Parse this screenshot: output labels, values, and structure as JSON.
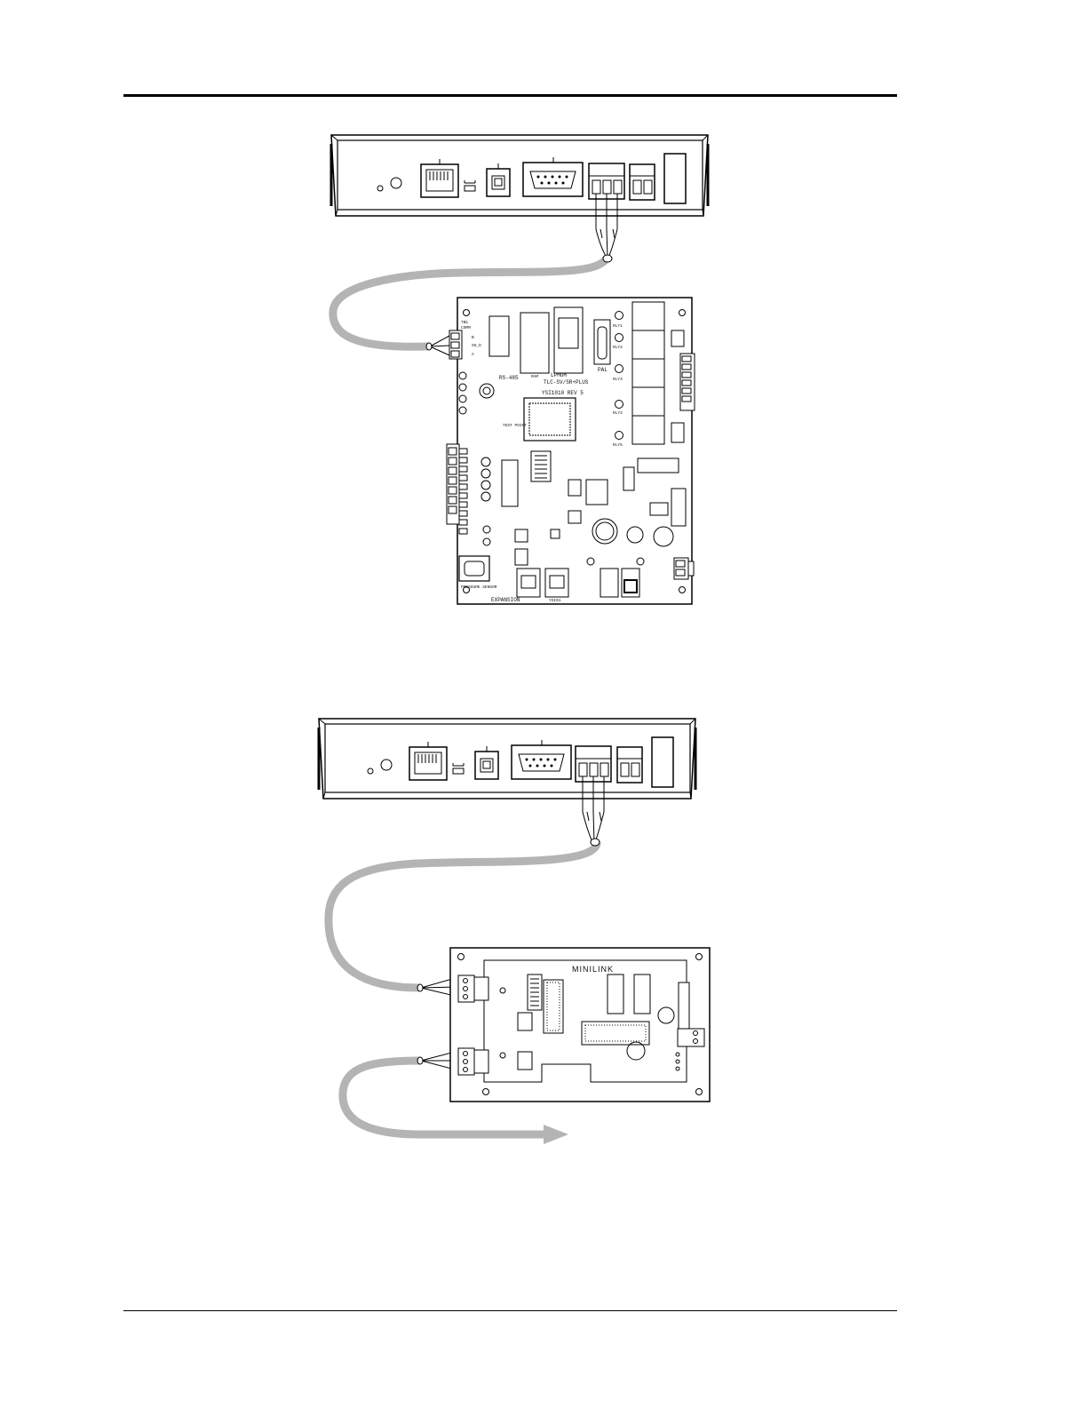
{
  "figure_top": {
    "board": {
      "title_line1": "LPMOM",
      "title_line2": "TLC-SV/SR+PLUS",
      "title_line3": "YSI1010 REV 5",
      "rs485": "RS-485",
      "pal": "PAL",
      "ram": "RAM",
      "test_point": "TEST POINT",
      "expansion": "EXPANSION",
      "pressure_sensor": "PRESSURE SENSOR",
      "ysi01": "YSI01",
      "terminal_labels": [
        "TB1",
        "COMM",
        "SH_D",
        "B",
        "A"
      ],
      "relay_labels": [
        "RLY1",
        "RLY2",
        "RLY3",
        "RLY4",
        "RLY5"
      ]
    }
  },
  "figure_bottom": {
    "board": {
      "title": "MINILINK"
    }
  },
  "colors": {
    "cable": "#b4b4b4",
    "line": "#000000",
    "background": "#ffffff"
  }
}
